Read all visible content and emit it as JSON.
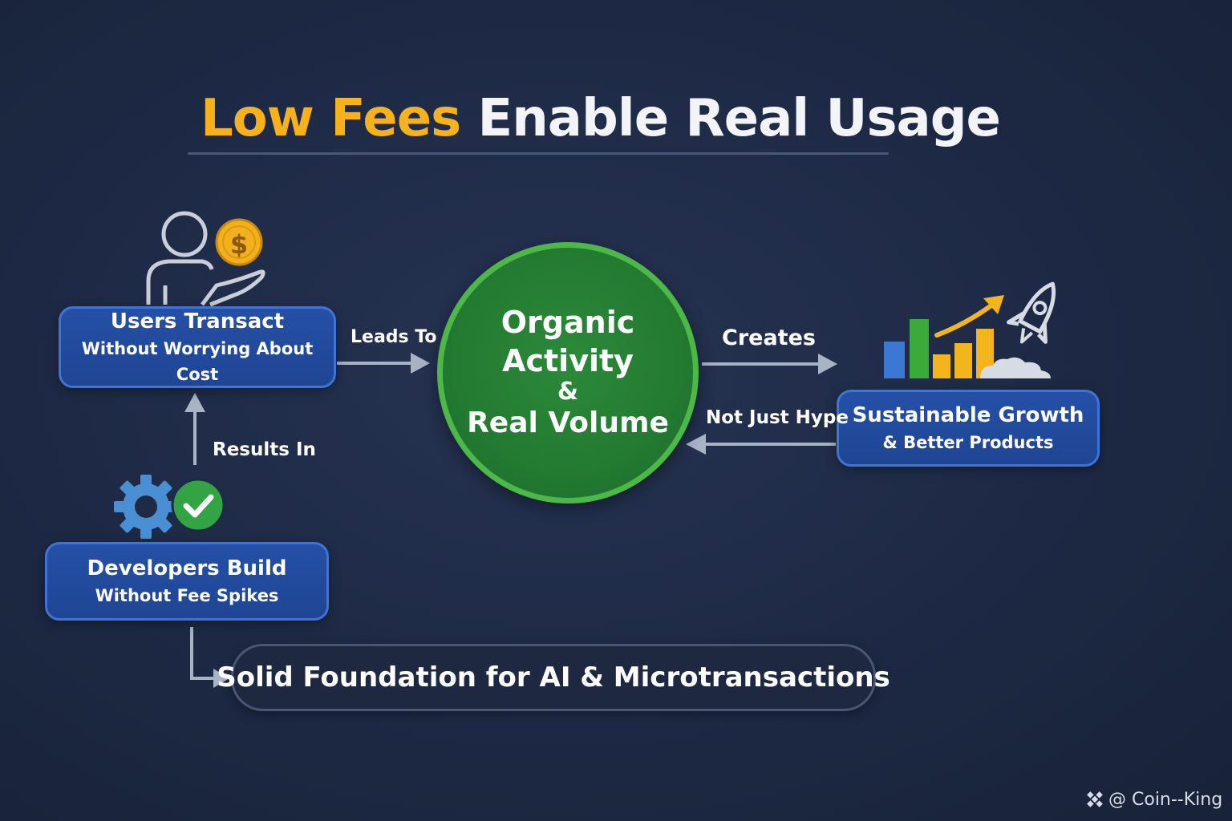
{
  "title": {
    "highlight": "Low Fees",
    "rest": " Enable Real Usage"
  },
  "nodes": {
    "users": {
      "line1": "Users Transact",
      "line2": "Without Worrying About Cost"
    },
    "center": {
      "line1": "Organic",
      "line2": "Activity",
      "line3": "&",
      "line4": "Real Volume"
    },
    "growth": {
      "line1": "Sustainable Growth",
      "line2": "& Better Products"
    },
    "developers": {
      "line1": "Developers Build",
      "line2": "Without Fee Spikes"
    },
    "foundation": "Solid Foundation for AI & Microtransactions"
  },
  "arrows": {
    "leads_to": "Leads To",
    "creates": "Creates",
    "not_just_hype": "Not Just Hype",
    "results_in": "Results In"
  },
  "icons": {
    "person": "person-with-coin-icon",
    "coin_symbol": "$",
    "gear": "gear-check-icon",
    "growth": "bar-chart-rocket-icon"
  },
  "watermark": {
    "text": "@ Coin--King",
    "icon": "binance-logo-icon"
  },
  "colors": {
    "background": "#1d2944",
    "accent_yellow": "#f5b21c",
    "box_blue": "#2550a6",
    "box_border": "#3f74d6",
    "circle_green": "#237a31",
    "circle_border": "#4bb848",
    "arrow_gray": "#a9b3c6"
  }
}
